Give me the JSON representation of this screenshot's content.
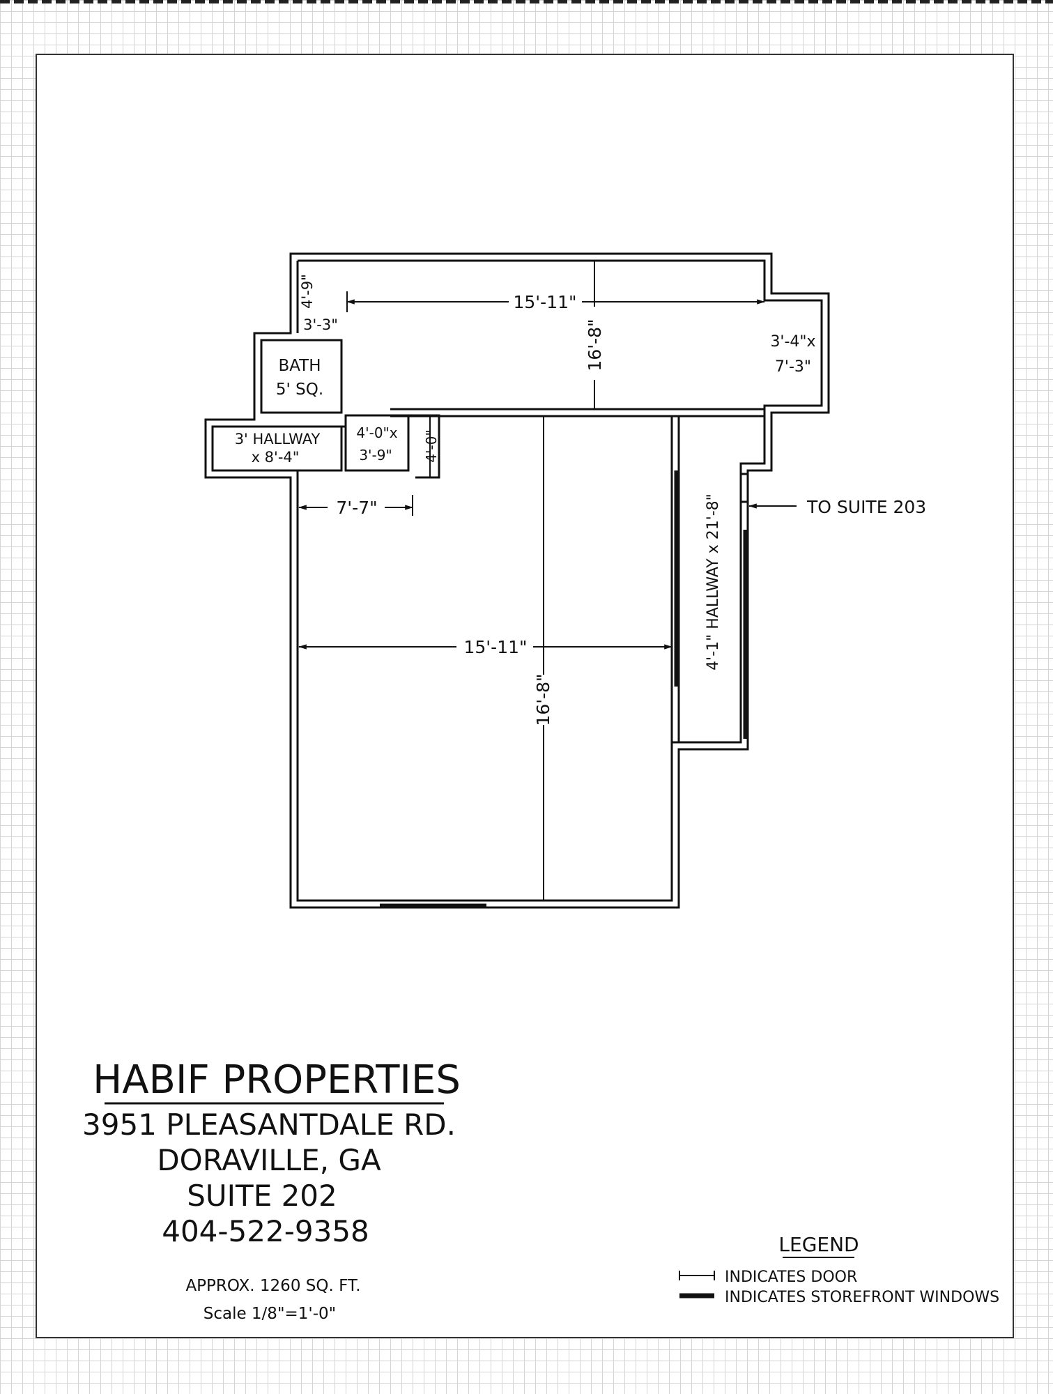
{
  "plan": {
    "dimensions": {
      "top_width": "15'-11\"",
      "top_height": "16'-8\"",
      "top_left_vertical": "4'-9\"",
      "top_left_horizontal": "3'-3\"",
      "right_room_line1": "3'-4\"x",
      "right_room_line2": "7'-3\"",
      "bath_line1": "BATH",
      "bath_line2": "5' SQ.",
      "hallway_line1": "3' HALLWAY",
      "hallway_line2": "x 8'-4\"",
      "closet_line1": "4'-0\"x",
      "closet_line2": "3'-9\"",
      "small_vertical": "4'-0\"",
      "lower_offset": "7'-7\"",
      "main_width": "15'-11\"",
      "main_height": "16'-8\"",
      "hallway_right": "4'-1\" HALLWAY x 21'-8\""
    },
    "to_suite": "TO SUITE 203"
  },
  "title_block": {
    "company": "HABIF PROPERTIES",
    "address": "3951 PLEASANTDALE RD.",
    "city": "DORAVILLE, GA",
    "suite": "SUITE 202",
    "phone": "404-522-9358",
    "area": "APPROX. 1260 SQ. FT.",
    "scale": "Scale 1/8\"=1'-0\""
  },
  "legend": {
    "title": "LEGEND",
    "door": "INDICATES DOOR",
    "windows": "INDICATES STOREFRONT WINDOWS"
  }
}
